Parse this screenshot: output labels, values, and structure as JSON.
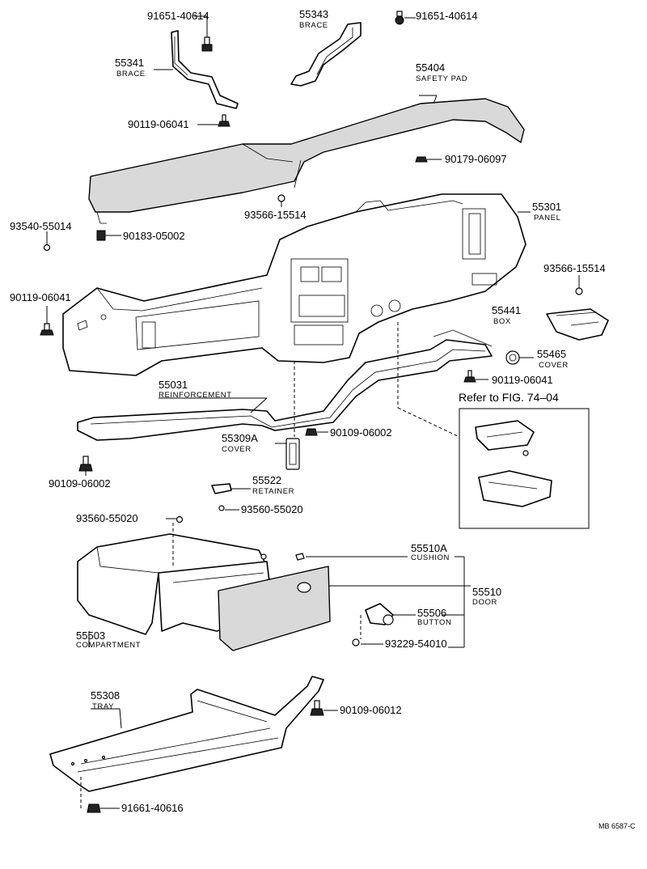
{
  "parts": {
    "p91651_top_left": "91651-40614",
    "p55343": "55343",
    "p55343_name": "BRACE",
    "p91651_top_right": "91651-40614",
    "p55341": "55341",
    "p55341_name": "BRACE",
    "p55404": "55404",
    "p55404_name": "SAFETY PAD",
    "p90119_top": "90119-06041",
    "p90179": "90179-06097",
    "p93566_mid": "93566-15514",
    "p55301": "55301",
    "p55301_name": "PANEL",
    "p93540": "93540-55014",
    "p90183": "90183-05002",
    "p93566_right": "93566-15514",
    "p90119_left": "90119-06041",
    "p55441": "55441",
    "p55441_name": "BOX",
    "p55465": "55465",
    "p55465_name": "COVER",
    "p90119_right": "90119-06041",
    "p55031": "55031",
    "p55031_name": "REINFORCEMENT",
    "p55309a": "55309A",
    "p55309a_name": "COVER",
    "p90109_mid": "90109-06002",
    "p90109_left": "90109-06002",
    "p55522": "55522",
    "p55522_name": "RETAINER",
    "p93560_retainer": "93560-55020",
    "p93560_top": "93560-55020",
    "p55510a": "55510A",
    "p55510a_name": "CUSHION",
    "p55510": "55510",
    "p55510_name": "DOOR",
    "p55506": "55506",
    "p55506_name": "BUTTON",
    "p93229": "93229-54010",
    "p55503": "55503",
    "p55503_name": "COMPARTMENT",
    "p55308": "55308",
    "p55308_name": "TRAY",
    "p90109_tray": "90109-06012",
    "p91661": "91661-40616"
  },
  "reference_text": "Refer to FIG. 74–04",
  "diagram_code": "MB 6587-C"
}
